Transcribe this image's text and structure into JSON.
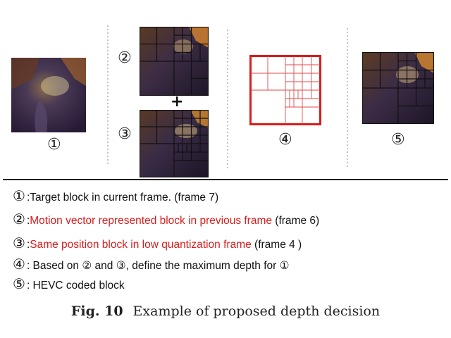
{
  "figure": {
    "panel_labels": [
      "①",
      "②",
      "+",
      "③",
      "④",
      "⑤"
    ],
    "legend": [
      {
        "num": "①",
        "text": ":Target block in current frame. (frame 7)",
        "highlight": ""
      },
      {
        "num": "②",
        "text": ":",
        "highlight": "Motion vector represented block in previous frame",
        "suffix": " (frame 6)"
      },
      {
        "num": "③",
        "text": ":",
        "highlight": "Same position block in low quantization frame",
        "suffix": " (frame 4 )"
      },
      {
        "num": "④",
        "text": ": Based on ② and ③, define the maximum depth for ①",
        "highlight": ""
      },
      {
        "num": "⑤",
        "text": ": HEVC coded block",
        "highlight": ""
      }
    ],
    "caption_label": "Fig. 10",
    "caption_text": "Example of proposed depth decision",
    "colors": {
      "highlight": "#d91c1c",
      "grid_red": "#d91c1c",
      "grid_dark": "#111111"
    }
  }
}
